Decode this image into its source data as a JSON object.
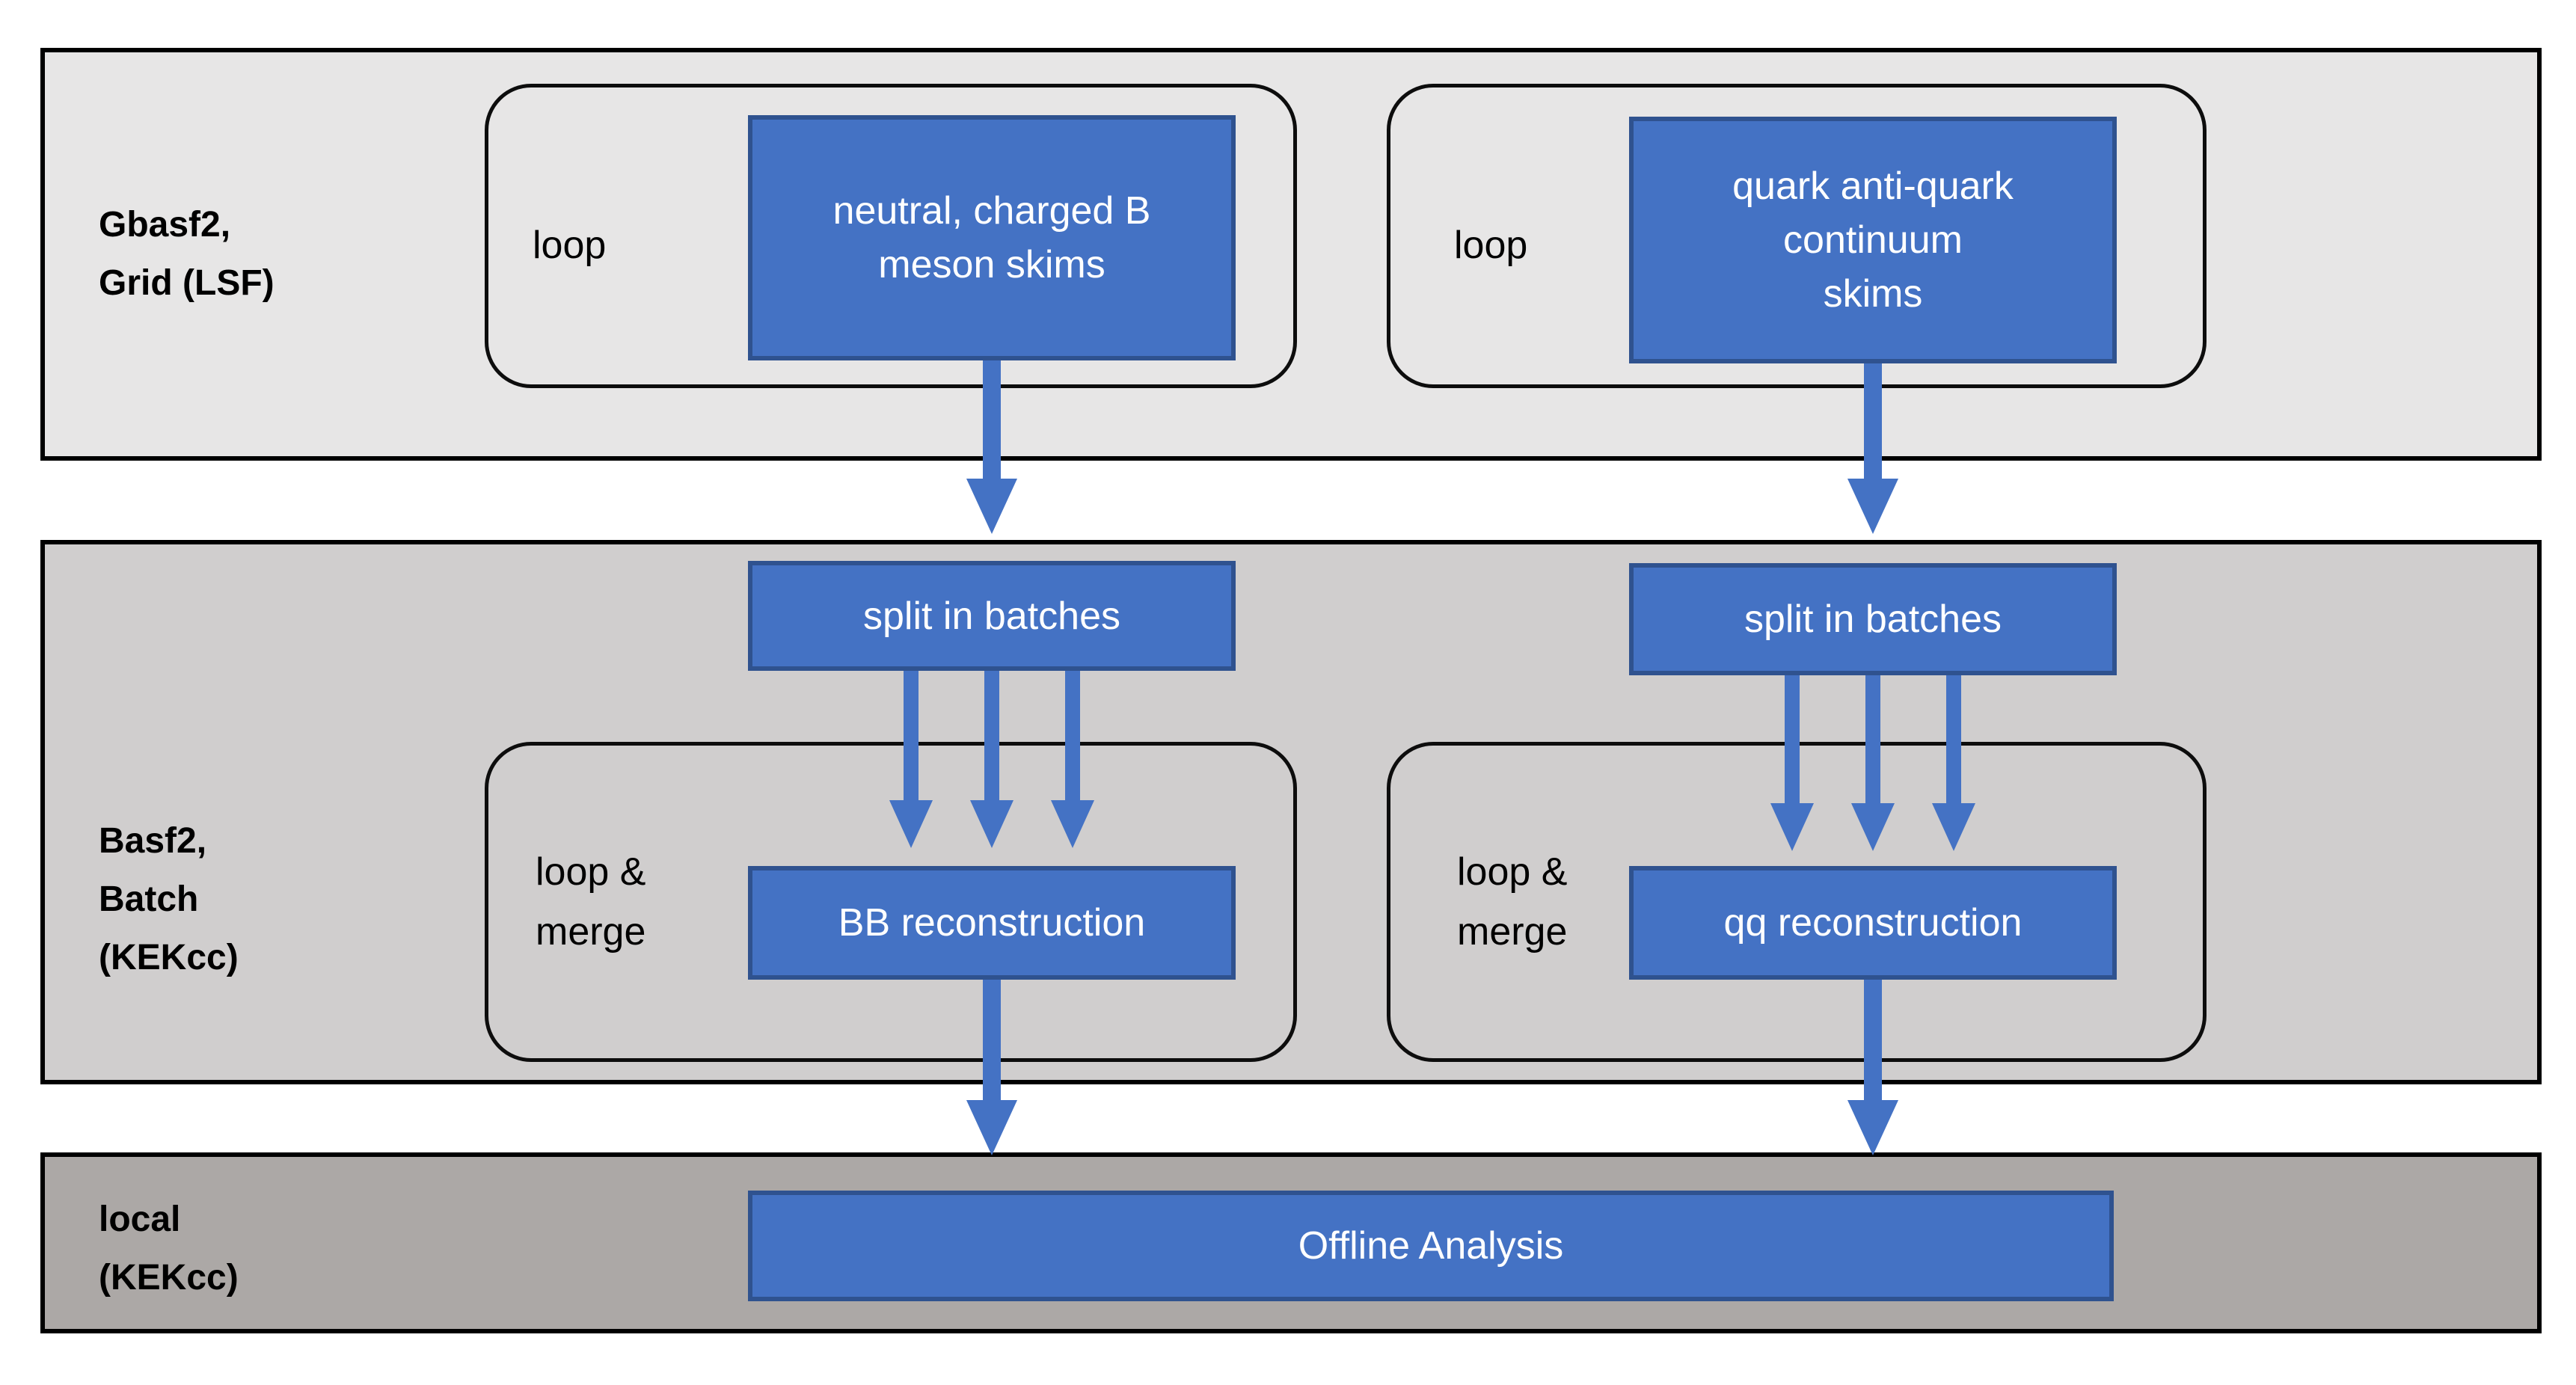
{
  "colors": {
    "page_bg": "#ffffff",
    "lane1_bg": "#e7e6e6",
    "lane2_bg": "#d0cece",
    "lane3_bg": "#aca8a6",
    "lane_border": "#000000",
    "group_border": "#0d0d0d",
    "box_fill": "#4472c4",
    "box_border": "#2f528f",
    "box_text": "#ffffff",
    "label_text": "#000000",
    "arrow": "#4472c4"
  },
  "lanes": [
    {
      "id": "grid",
      "label_lines": [
        "Gbasf2,",
        "Grid (LSF)"
      ]
    },
    {
      "id": "batch",
      "label_lines": [
        "Basf2,",
        "Batch",
        "(KEKcc)"
      ]
    },
    {
      "id": "local",
      "label_lines": [
        "local",
        "(KEKcc)"
      ]
    }
  ],
  "groups": {
    "loop_left": "loop",
    "loop_right": "loop",
    "loop_merge_left_lines": [
      "loop &",
      "merge"
    ],
    "loop_merge_right_lines": [
      "loop &",
      "merge"
    ]
  },
  "nodes": {
    "skims_b_lines": [
      "neutral, charged B",
      "meson skims"
    ],
    "skims_qq_lines": [
      "quark anti-quark",
      "continuum",
      "skims"
    ],
    "split_left": "split in batches",
    "split_right": "split in batches",
    "reco_b": "BB reconstruction",
    "reco_qq": "qq reconstruction",
    "offline": "Offline Analysis"
  }
}
